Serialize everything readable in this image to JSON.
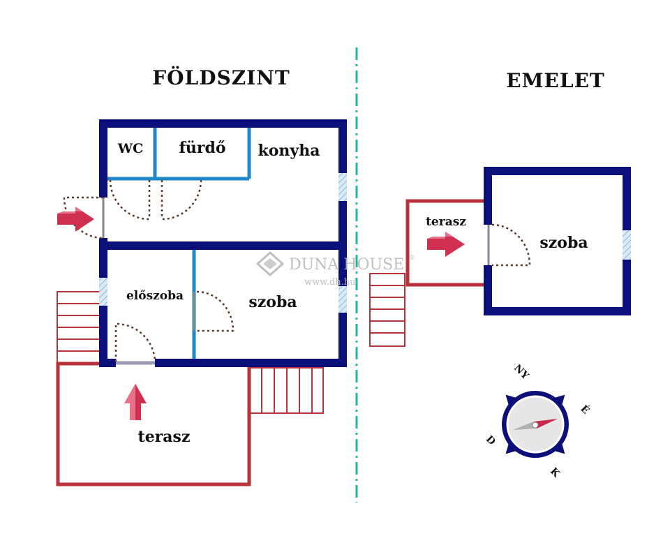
{
  "headings": {
    "ground_floor": "FÖLDSZINT",
    "upper_floor": "EMELET"
  },
  "rooms": {
    "wc": "WC",
    "bathroom": "fürdő",
    "kitchen": "konyha",
    "hallway": "előszoba",
    "room_ground": "szoba",
    "terrace_ground": "terasz",
    "terrace_upper": "terasz",
    "room_upper": "szoba"
  },
  "watermark": {
    "brand": "DUNA HOUSE",
    "registered": "®",
    "url": "www.dh.hu"
  },
  "compass": {
    "north_west": "NY",
    "east": "É",
    "west": "D",
    "south": "K"
  },
  "colors": {
    "wall": "#0b0f7a",
    "inner_wall": "#1e88c8",
    "terrace": "#b8323a",
    "arrow": "#d03050",
    "door_swing": "#5a3a2a",
    "divider": "#22b5a0",
    "window": "#a8c8e0"
  }
}
